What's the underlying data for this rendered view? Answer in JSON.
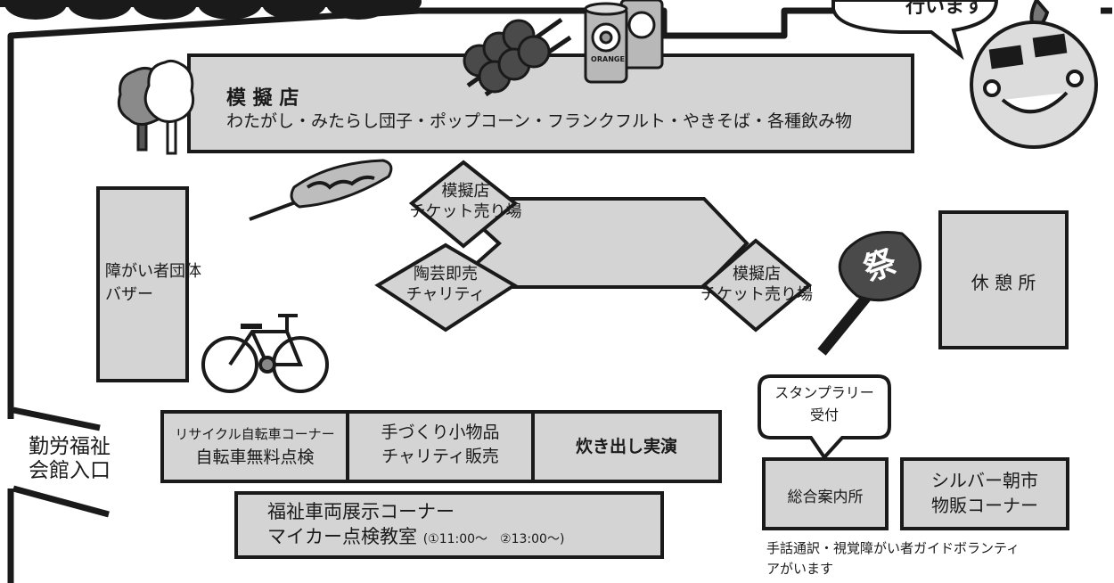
{
  "speech_top": "行います",
  "stall_main": {
    "title": "模 擬 店",
    "items": "わたがし・みたらし団子・ポップコーン・フランクフルト・やきそば・各種飲み物"
  },
  "ticket_top": [
    "模擬店",
    "チケット売り場"
  ],
  "ticket_right": [
    "模擬店",
    "チケット売り場"
  ],
  "pottery": [
    "陶芸即売",
    "チャリティ"
  ],
  "bazaar": [
    "障がい者団体",
    "バザー"
  ],
  "rest": "休 憩 所",
  "recycle": [
    "リサイクル自転車コーナー",
    "自転車無料点検"
  ],
  "handmade": [
    "手づくり小物品",
    "チャリティ販売"
  ],
  "cooking": "炊き出し実演",
  "welfare": {
    "line1": "福祉車両展示コーナー",
    "line2": "マイカー点検教室",
    "times": "(①11:00～　②13:00～)"
  },
  "stamp_bubble": [
    "スタンプラリー",
    "受付"
  ],
  "info": "総合案内所",
  "silver": [
    "シルバー朝市",
    "物販コーナー"
  ],
  "entrance": [
    "勤労福祉",
    "会館入口"
  ],
  "footnote": [
    "手話通訳・視覚障がい者ガイドボランティ",
    "アがいます"
  ],
  "can_label": "ORANGE",
  "fan_char": "祭",
  "icons": [
    "dango-icon",
    "juice-can-icon",
    "cotton-candy-icon",
    "corn-dog-icon",
    "bicycle-icon",
    "festival-fan-icon",
    "mascot-icon"
  ],
  "colors": {
    "booth": "#d4d4d4",
    "stroke": "#1a1a1a",
    "background": "#ffffff"
  }
}
